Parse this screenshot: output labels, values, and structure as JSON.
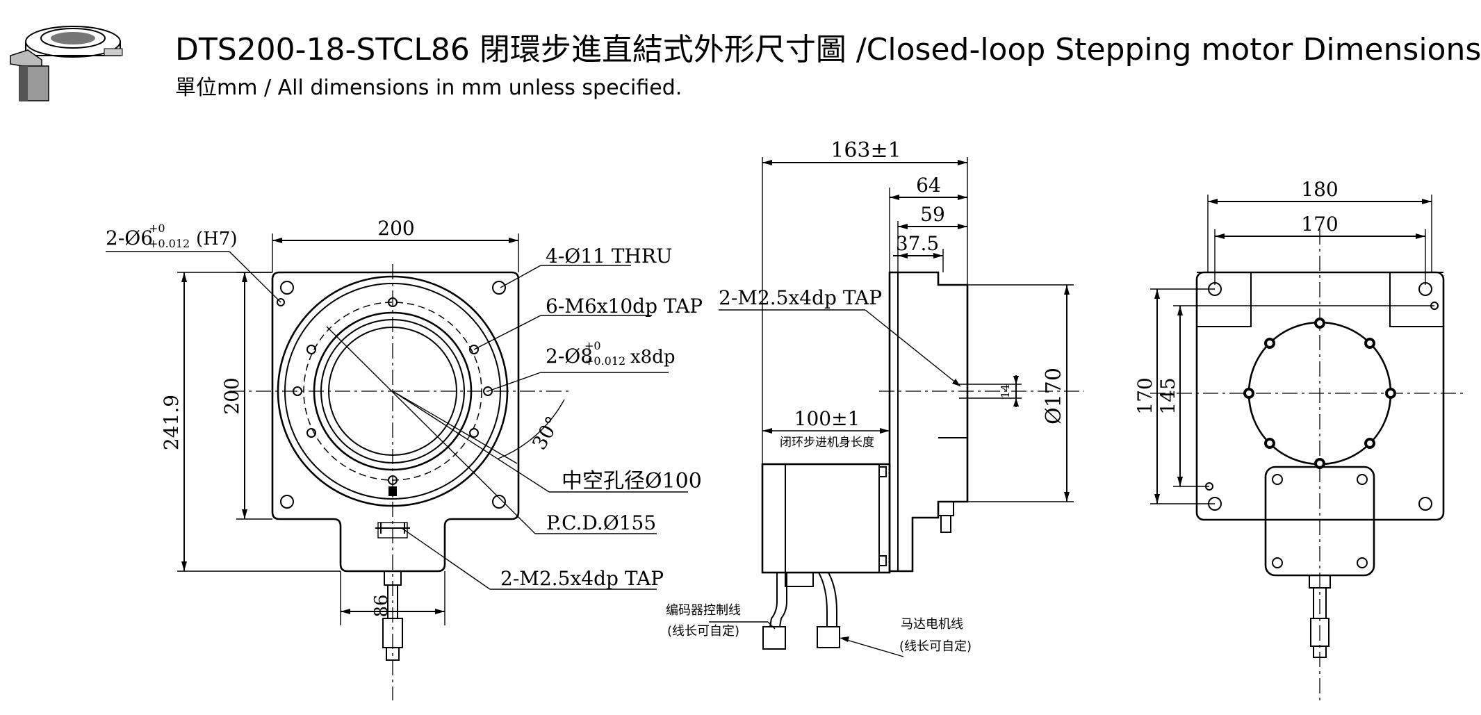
{
  "title": {
    "main": "DTS200-18-STCL86 閉環步進直結式外形尺寸圖  /Closed-loop Stepping motor Dimensions",
    "subtitle": "單位mm / All dimensions in mm unless specified."
  },
  "front_view": {
    "width_label": "200",
    "height_label": "200",
    "total_height_label": "241.9",
    "pin_label": "2-Ø6",
    "pin_tol_upper": "+0",
    "pin_tol_lower": "+0.012",
    "pin_fit": "(H7)",
    "thru_holes": "4-Ø11 THRU",
    "tap_holes": "6-M6x10dp TAP",
    "pin_holes": "2-Ø8",
    "pin_holes_tol_upper": "+0",
    "pin_holes_tol_lower": "+0.012",
    "pin_holes_depth": "x8dp",
    "angle": "30°",
    "bore": "中空孔径Ø100",
    "pcd": "P.C.D.Ø155",
    "small_tap": "2-M2.5x4dp TAP",
    "tab_width": "86"
  },
  "side_view": {
    "overall": "163±1",
    "d64": "64",
    "d59": "59",
    "d37": "37.5",
    "tap": "2-M2.5x4dp TAP",
    "d14": "14",
    "dia170": "Ø170",
    "motor_len": "100±1",
    "motor_len_note": "闭环步进机身长度",
    "encoder_cable": "编码器控制线",
    "encoder_cable_note": "(线长可自定)",
    "motor_cable": "马达电机线",
    "motor_cable_note": "(线长可自定)"
  },
  "rear_view": {
    "w180": "180",
    "w170": "170",
    "h170": "170",
    "h145": "145"
  }
}
